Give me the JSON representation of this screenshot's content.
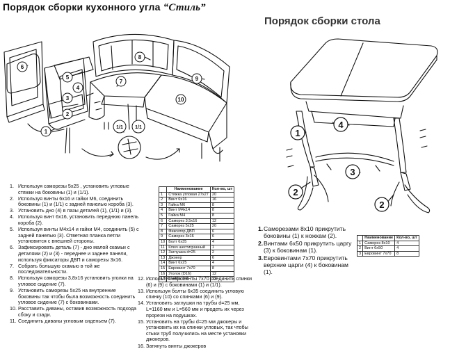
{
  "titles": {
    "left_main": "Порядок сборки кухонного угла",
    "left_style": "“Стиль”",
    "right": "Порядок сборки стола"
  },
  "callouts": {
    "left": [
      "1",
      "1/1",
      "1/1",
      "2",
      "3",
      "4",
      "5",
      "6",
      "7",
      "8",
      "9",
      "10"
    ],
    "right": [
      "1",
      "2",
      "2",
      "3",
      "4"
    ]
  },
  "steps_left_col1": [
    {
      "n": "1.",
      "text": "Используя саморезы  5х25 , установить угловые стяжки на боковины (1) и (1/1)."
    },
    {
      "n": "2.",
      "text": "Используя винты 6х16 и гайки М6, соединить боковины (1) и (1/1) с задней панелью короба (3)."
    },
    {
      "n": "3.",
      "text": "Установить дно (4) в пазы деталей (1), (1/1) и (3)."
    },
    {
      "n": "4.",
      "text": "Используя винт 6х16, установить переднюю панель короба (2)."
    },
    {
      "n": "5.",
      "text": "Используя винты М4х14 и гайки М4, соединить (5) с задней панелью (3). Ответная планка петли установится с внешней стороны."
    },
    {
      "n": "6.",
      "text": "Зафиксировать деталь (7) - дно малой скамьи с деталями (2) и (3) - переднее и заднее панели, используя фиксаторы ДВП и саморезы 3х16."
    },
    {
      "n": "7.",
      "text": "Собрать большую скамью в той же последовательности."
    },
    {
      "n": "8.",
      "text": "Используя саморезы 3,8х16 установить уголки на угловое сидение (7)."
    },
    {
      "n": "9.",
      "text": "Установить саморезы 5х25 на внутренние боковины так чтобы была возможность соединить угловое сидение (7) с боковинами."
    },
    {
      "n": "10.",
      "text": "Расставить диваны, оставив возможность подхода сбоку и сзади."
    },
    {
      "n": "11.",
      "text": "Соединить диваны угловым сиденьем (7)."
    }
  ],
  "steps_left_col2": [
    {
      "n": "12.",
      "text": "Используя евровинты 7х70 соединить спинки (6) и (9) с боковинами (1) и (1/1)."
    },
    {
      "n": "13.",
      "text": "Используя болты 6х35 соединить угловую спинку (10) со спинками (6) и (9)."
    },
    {
      "n": "14.",
      "text": "Установить заглушки на трубы d=25 мм, L=1160 мм и L=560 мм и продеть их через прорези на подушках."
    },
    {
      "n": "15.",
      "text": "Установить на трубы d=25 мм джокеры и установить их на спинки угловых, так чтобы стыки труб получились на месте установки джокеров."
    },
    {
      "n": "16.",
      "text": "Затянуть винты джокеров"
    }
  ],
  "parts_table_left": {
    "headers": [
      "Наименование",
      "Кол-во, шт"
    ],
    "rows": [
      [
        "1",
        "Стяжка угловая 27х27",
        "20"
      ],
      [
        "2",
        "Винт 6х16",
        "16"
      ],
      [
        "3",
        "Гайка М6",
        "8"
      ],
      [
        "4",
        "Винт М4х14",
        "8"
      ],
      [
        "5",
        "Гайка М4",
        "8"
      ],
      [
        "6",
        "Саморез 3,5х16",
        "12"
      ],
      [
        "7",
        "Саморез 5х25",
        "20"
      ],
      [
        "8",
        "Фиксатор ДВП",
        "6"
      ],
      [
        "9",
        "Саморез 3х16",
        "6"
      ],
      [
        "10",
        "Болт 6х35",
        "4"
      ],
      [
        "11",
        "Ключ шестигранный",
        "1"
      ],
      [
        "12",
        "Заглушка d=25",
        "2"
      ],
      [
        "13",
        "Джокер",
        "6"
      ],
      [
        "14",
        "Винт 6х25",
        "4"
      ],
      [
        "15",
        "Евровинт 7х70",
        "8"
      ],
      [
        "16",
        "Уголок (D16)",
        "12"
      ],
      [
        "17",
        "Шайба d=6",
        "12"
      ]
    ]
  },
  "steps_right": [
    {
      "n": "1.",
      "text": "Саморезами 8х10 прикрутить боковины (1) к ножкам (2)."
    },
    {
      "n": "2.",
      "text": "Винтами 6х50 прикрутить царгу (3) к боковинам (1)."
    },
    {
      "n": "3.",
      "text": "Евровинтами 7х70 прикрутить верхние царги (4) к боковинам (1)."
    }
  ],
  "parts_table_right": {
    "headers": [
      "Наименование",
      "Кол-во, шт"
    ],
    "rows": [
      [
        "1",
        "Саморез 8х10",
        "4"
      ],
      [
        "2",
        "Винт 6х50",
        "4"
      ],
      [
        "3",
        "Евровинт 7х70",
        "8"
      ]
    ]
  }
}
